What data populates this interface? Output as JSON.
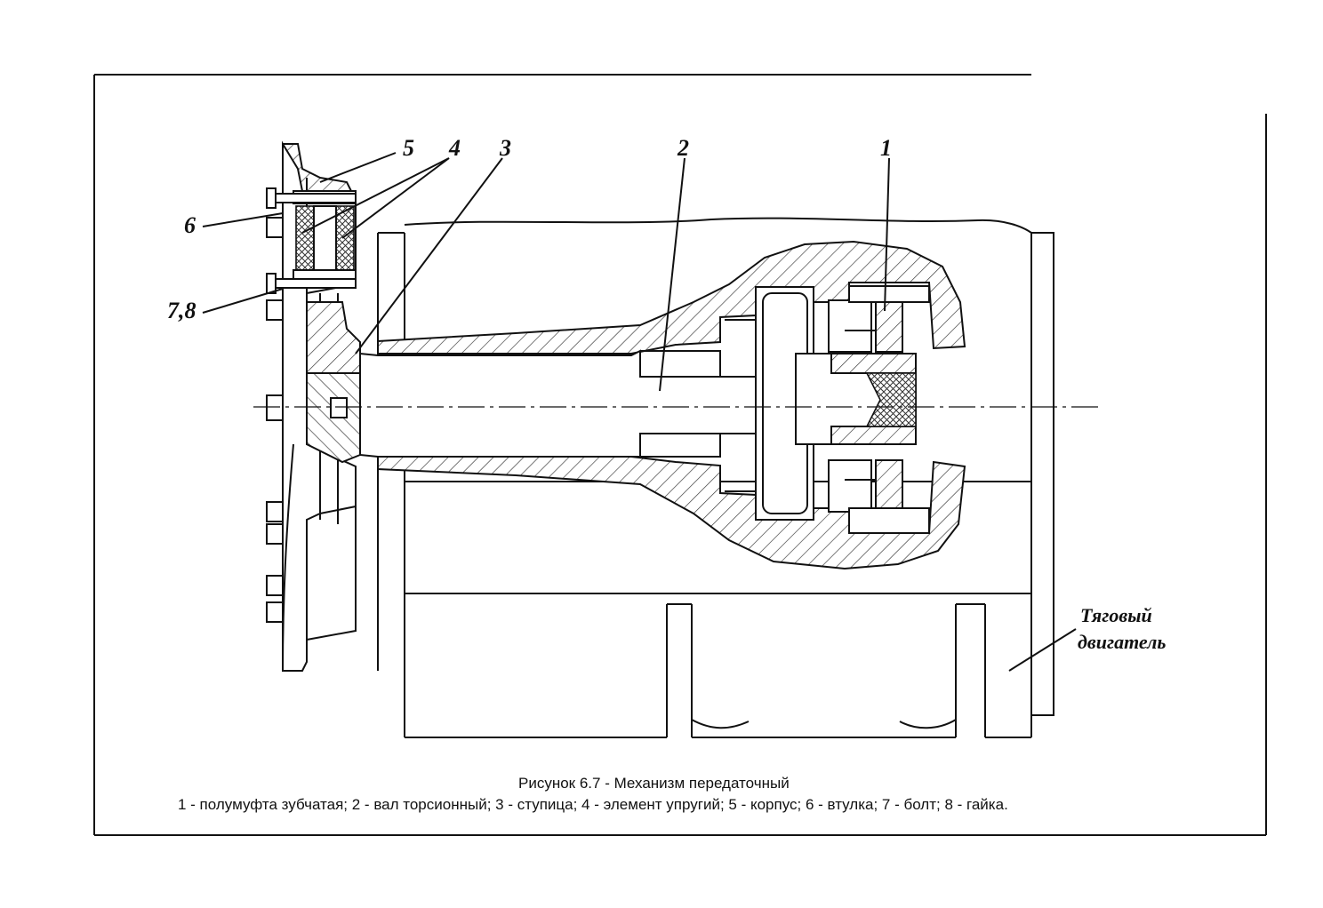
{
  "callouts": {
    "c1": "1",
    "c2": "2",
    "c3": "3",
    "c4": "4",
    "c5": "5",
    "c6": "6",
    "c78": "7,8"
  },
  "motor_label": {
    "line1": "Тяговый",
    "line2": "двигатель"
  },
  "caption": {
    "title": "Рисунок 6.7 - Механизм передаточный",
    "legend": "1 - полумуфта зубчатая; 2 - вал торсионный; 3 - ступица; 4 - элемент упругий; 5 - корпус; 6 - втулка; 7 - болт; 8 - гайка."
  }
}
